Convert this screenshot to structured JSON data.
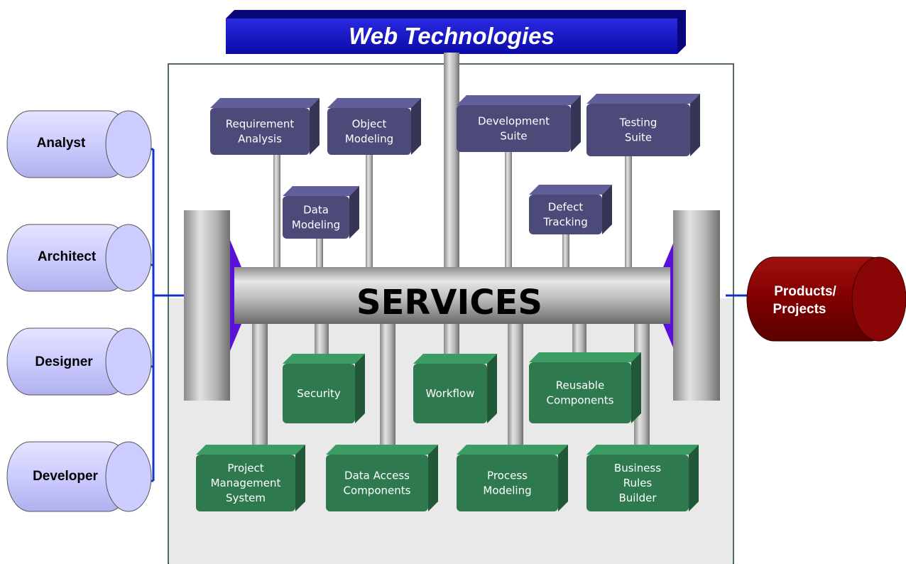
{
  "header": {
    "title": "Web Technologies"
  },
  "bus": {
    "label": "SERVICES"
  },
  "roles": [
    {
      "id": "analyst",
      "label": "Analyst"
    },
    {
      "id": "architect",
      "label": "Architect"
    },
    {
      "id": "designer",
      "label": "Designer"
    },
    {
      "id": "developer",
      "label": "Developer"
    }
  ],
  "output": {
    "label_line1": "Products/",
    "label_line2": "Projects"
  },
  "top_modules": [
    {
      "id": "requirement-analysis",
      "lines": [
        "Requirement",
        "Analysis"
      ]
    },
    {
      "id": "object-modeling",
      "lines": [
        "Object",
        "Modeling"
      ]
    },
    {
      "id": "development-suite",
      "lines": [
        "Development",
        "Suite"
      ]
    },
    {
      "id": "testing-suite",
      "lines": [
        "Testing",
        "Suite"
      ]
    },
    {
      "id": "data-modeling",
      "lines": [
        "Data",
        "Modeling"
      ]
    },
    {
      "id": "defect-tracking",
      "lines": [
        "Defect",
        "Tracking"
      ]
    }
  ],
  "bottom_modules": [
    {
      "id": "security",
      "lines": [
        "Security"
      ]
    },
    {
      "id": "workflow",
      "lines": [
        "Workflow"
      ]
    },
    {
      "id": "reusable-components",
      "lines": [
        "Reusable",
        "Components"
      ]
    },
    {
      "id": "project-management-system",
      "lines": [
        "Project",
        "Management",
        "System"
      ]
    },
    {
      "id": "data-access-components",
      "lines": [
        "Data Access",
        "Components"
      ]
    },
    {
      "id": "process-modeling",
      "lines": [
        "Process",
        "Modeling"
      ]
    },
    {
      "id": "business-rules-builder",
      "lines": [
        "Business",
        "Rules",
        "Builder"
      ]
    }
  ],
  "colors": {
    "top_module": "#4b4a78",
    "bottom_module": "#2e7a4e",
    "role_cylinder": "#ccccff",
    "output_cylinder": "#800000",
    "header_bar": "#1010c0",
    "connector": "#1033cc",
    "pipe": "#a8a8a8"
  }
}
